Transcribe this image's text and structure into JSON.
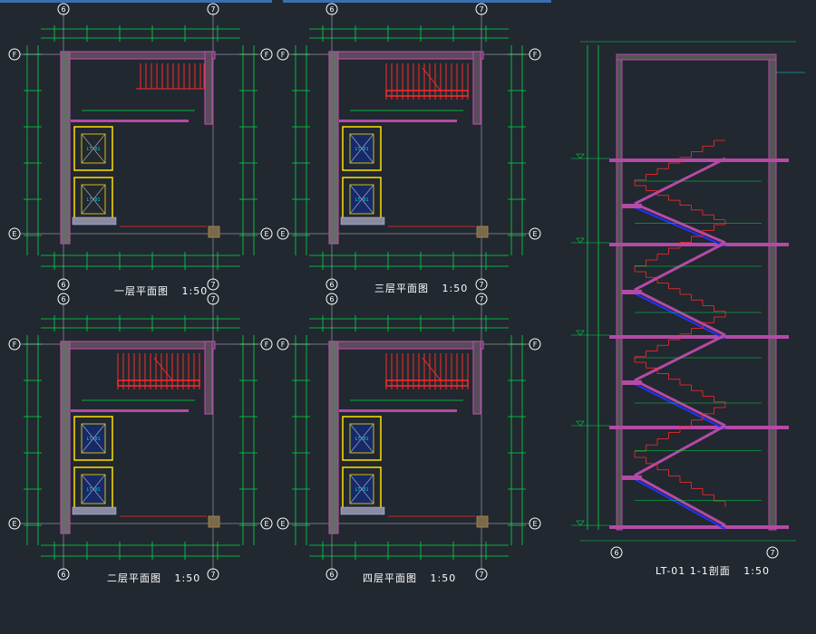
{
  "drawing_titles": {
    "plan_1f": "一层平面图",
    "plan_3f": "三层平面图",
    "plan_2f": "二层平面图",
    "plan_4f": "四层平面图",
    "section": "LT-01 1-1剖面",
    "scale": "1:50"
  },
  "grid_labels": {
    "col_left": "6",
    "col_right": "7",
    "row_top": "F",
    "row_bottom": "E"
  },
  "elevator_tags": {
    "tag_a": "LT-01",
    "tag_b": "LT-01"
  },
  "colors": {
    "background": "#212830",
    "wall": "#b54aa6",
    "dimension": "#00dd44",
    "stair": "#ff2a2a",
    "elevator_frame": "#ffe000",
    "text": "#ffffff",
    "grid_bubble": "#ffffff",
    "blue_fill": "#2233ff",
    "cyan_text": "#00d8ff"
  }
}
